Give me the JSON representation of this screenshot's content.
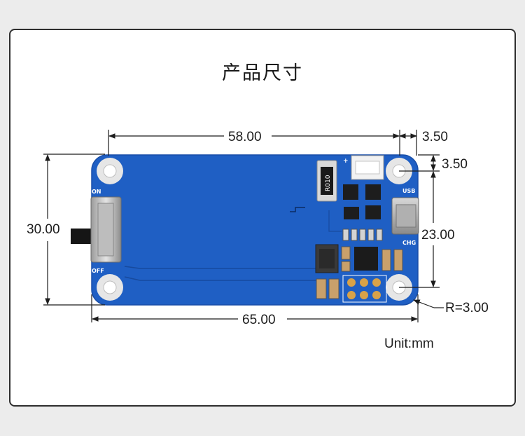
{
  "title": "产品尺寸",
  "unit_label": "Unit:mm",
  "dimensions": {
    "width_top": "58.00",
    "hole_offset_x": "3.50",
    "hole_offset_y": "3.50",
    "height_total": "30.00",
    "hole_spacing_y": "23.00",
    "width_total": "65.00",
    "corner_radius": "R=3.00"
  },
  "silkscreen": {
    "on": "ON",
    "off": "OFF",
    "usb": "USB",
    "chg": "CHG",
    "resistor": "R010",
    "plus": "+"
  },
  "colors": {
    "pcb": "#1f5fc4",
    "frame": "#2e2e2e",
    "background": "#ececec"
  }
}
